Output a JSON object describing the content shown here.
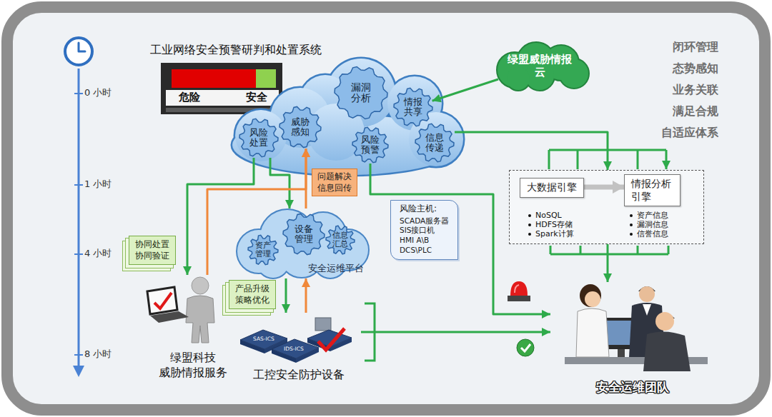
{
  "diagram": {
    "title": "工业网络安全预警研判和处置系统",
    "nodes": [
      {
        "text": [
          "绿盟威胁情报云"
        ]
      },
      {
        "text": [
          "漏洞分析"
        ]
      },
      {
        "text": [
          "情报共享"
        ]
      },
      {
        "text": [
          "威胁感知"
        ]
      },
      {
        "text": [
          "风险处置"
        ]
      },
      {
        "text": [
          "风险预警"
        ]
      },
      {
        "text": [
          "信息传递"
        ]
      },
      {
        "text": [
          "NoSQL",
          "HDFS存储",
          "Spark计算",
          "资产信息",
          "漏洞信息",
          "信誉信息"
        ]
      },
      {
        "text": [
          "大数据引擎"
        ],
        "in": 7
      },
      {
        "text": [
          "情报分析引擎"
        ],
        "in": 7
      },
      {
        "text": [
          "安全运维平台"
        ]
      },
      {
        "text": [
          "设备管理"
        ],
        "in": 10
      },
      {
        "text": [
          "资产管理"
        ],
        "in": 10
      },
      {
        "text": [
          "信息汇总"
        ],
        "in": 10
      },
      {
        "text": [
          "风险主机:",
          "SCADA服务器",
          "SIS接口机",
          "HMI A\\B",
          "DCS\\PLC"
        ]
      },
      {
        "text": [
          "协同处置",
          "协同验证"
        ]
      },
      {
        "text": [
          "产品升级",
          "策略优化"
        ]
      },
      {
        "text": [
          "绿盟科技 威胁情报服务"
        ]
      },
      {
        "text": [
          "工控安全防护设备"
        ]
      },
      {
        "text": [
          "安全运维团队"
        ]
      }
    ],
    "edges": [
      {
        "from": 0,
        "to": 2,
        "arrow": "to"
      },
      {
        "from": 6,
        "to": 7,
        "arrow": "to"
      },
      {
        "from": 8,
        "to": 9,
        "arrow": "to"
      },
      {
        "from": 7,
        "to": 19,
        "arrow": "to"
      },
      {
        "from": 5,
        "to": 19,
        "arrow": "to"
      },
      {
        "from": 4,
        "to": 17,
        "arrow": "to"
      },
      {
        "from": 4,
        "to": 10,
        "arrow": "to"
      },
      {
        "from": 17,
        "to": 3,
        "arrow": "to"
      },
      {
        "from": 18,
        "to": 10,
        "arrow": "to"
      },
      {
        "from": 10,
        "to": 3,
        "label": "问题解决 信息回传",
        "arrow": "to"
      },
      {
        "from": 10,
        "to": 18,
        "arrow": "to"
      },
      {
        "from": 18,
        "to": 19,
        "arrow": "to"
      }
    ],
    "labels": [
      "0 小时",
      "1 小时",
      "4 小时",
      "8 小时",
      "危险",
      "安全",
      "闭环管理",
      "态势感知",
      "业务关联",
      "满足合规",
      "自适应体系",
      "SAS-ICS",
      "IDS-ICS"
    ]
  }
}
